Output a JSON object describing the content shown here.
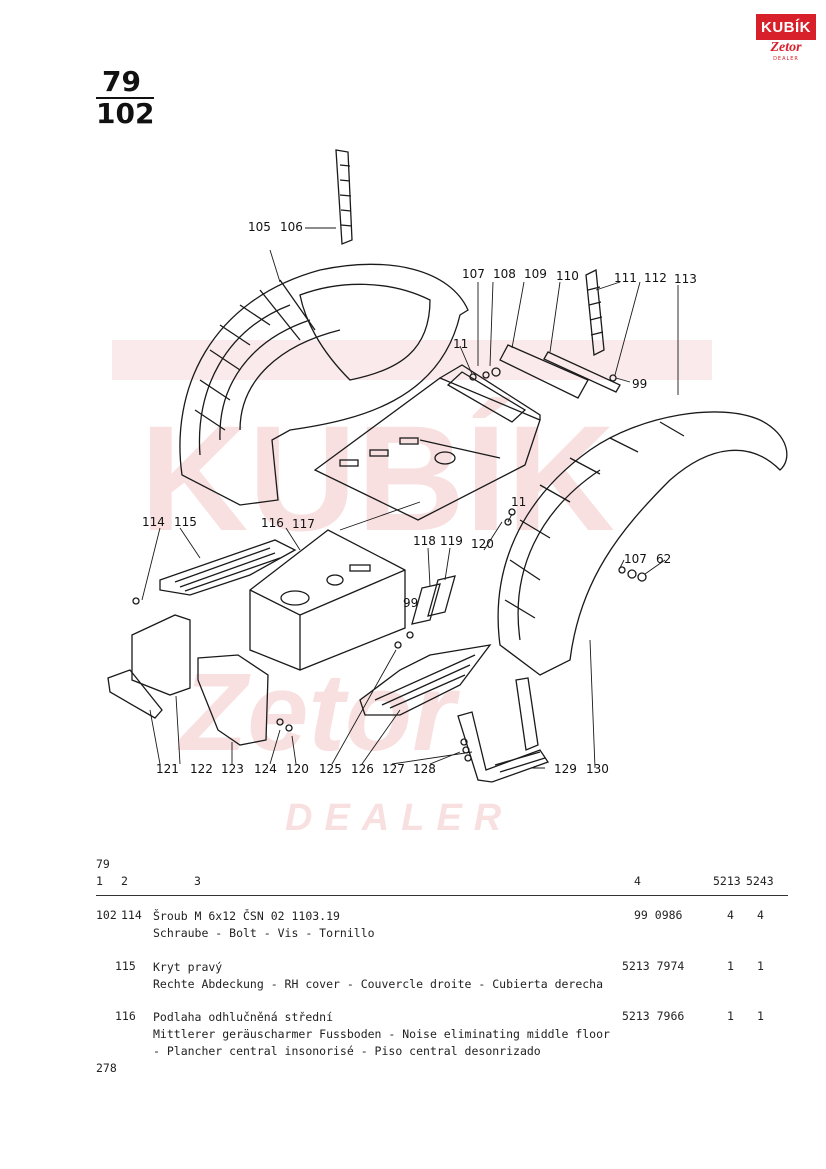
{
  "logo": {
    "top": "KUBÍK",
    "bottom": "Zetor",
    "sub": "DEALER"
  },
  "page": {
    "group": "79",
    "section": "102"
  },
  "watermark": {
    "brand": "KUBÍK",
    "script": "Zetor",
    "dealer": "DEALER"
  },
  "callouts": [
    "105",
    "106",
    "107",
    "108",
    "109",
    "110",
    "111",
    "112",
    "113",
    "11",
    "99",
    "114",
    "115",
    "116",
    "117",
    "118",
    "119",
    "120",
    "11",
    "107",
    "62",
    "99",
    "121",
    "122",
    "123",
    "124",
    "120",
    "125",
    "126",
    "127",
    "128",
    "129",
    "130"
  ],
  "table": {
    "group_label": "79",
    "col1": "1",
    "col2": "2",
    "col3": "3",
    "col4": "4",
    "col5": "5213",
    "col6": "5243",
    "rows": [
      {
        "pos": "102",
        "item": "114",
        "lines": [
          "Šroub M 6x12 ČSN 02 1103.19",
          "Schraube - Bolt - Vis - Tornillo"
        ],
        "part_no": "99 0986",
        "qty_5213": "4",
        "qty_5243": "4"
      },
      {
        "pos": "",
        "item": "115",
        "lines": [
          "Kryt pravý",
          "Rechte Abdeckung - RH cover - Couvercle droite - Cubierta derecha"
        ],
        "part_no": "5213 7974",
        "qty_5213": "1",
        "qty_5243": "1"
      },
      {
        "pos": "",
        "item": "116",
        "lines": [
          "Podlaha odhlučněná střední",
          "Mittlerer geräuscharmer Fussboden - Noise eliminating middle floor",
          "- Plancher central insonorisé - Piso central desonrizado"
        ],
        "part_no": "5213 7966",
        "qty_5213": "1",
        "qty_5243": "1"
      }
    ]
  },
  "footer": {
    "page_number": "278"
  }
}
